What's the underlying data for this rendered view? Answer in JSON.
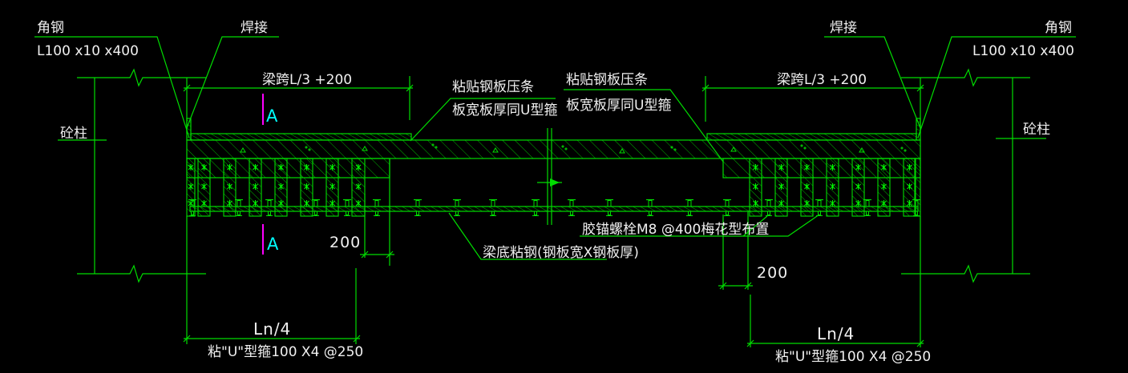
{
  "colors": {
    "background": "#000000",
    "line_green": "#00dd00",
    "hatch_green": "#00b400",
    "text_white": "#f0f0f0",
    "section_line_magenta": "#ff00ff",
    "section_letter_cyan": "#00ffff"
  },
  "labels": {
    "angle_steel": "角钢",
    "angle_steel_size": "L100 x10 x400",
    "weld": "焊接",
    "beam_span": "梁跨L/3 +200",
    "concrete_column": "砼柱",
    "plate_strip_line1": "粘贴钢板压条",
    "plate_strip_line2": "板宽板厚同U型箍",
    "anchor_bolt": "胶锚螺栓M8 @400梅花型布置",
    "bottom_plate": "梁底粘钢(钢板宽X钢板厚)",
    "offset_200": "200",
    "quarter_span": "Ln/4",
    "u_hoop": "粘\"U\"型箍100 X4 @250",
    "section_mark": "A"
  }
}
